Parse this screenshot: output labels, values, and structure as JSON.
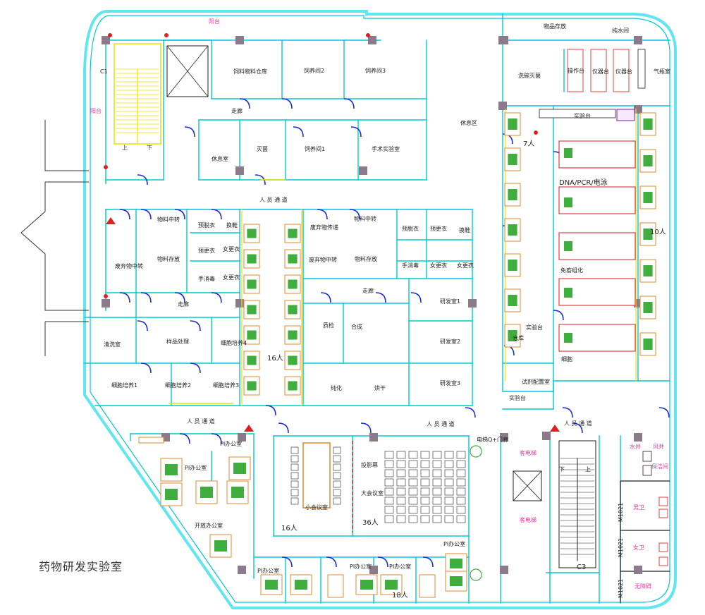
{
  "caption": "药物研发实验室",
  "colors": {
    "outer_wall": "#5fe6f0",
    "inner_wall": "#00c8d8",
    "door": "#1a2fd6",
    "column": "#8a7a8a",
    "desk": "#e08a2a",
    "chair": "#3fae3f",
    "stair": "#f0e000",
    "pink": "#e0409a",
    "red_bench": "#e04040"
  },
  "labels": {
    "balcony_top": "阳台",
    "balcony_left": "阳台",
    "c1": "C1",
    "stair_up": "上",
    "stair_down": "下",
    "animal_store": "饲料物料仓库",
    "animal_room2": "饲养间2",
    "animal_room3": "饲养间3",
    "corridor_top": "走廊",
    "rest_room_top": "休息室",
    "sterile_room": "灭菌",
    "animal_room1": "饲养间1",
    "surgery_lab": "手术实验室",
    "rest_area": "休息区",
    "people_passage_top": "人 员 通 道",
    "waste_transfer_left": "废弃物中转",
    "material_transfer_left": "物料中转",
    "material_store_left": "物料存放",
    "change_left1": "预脱衣",
    "change_left2": "换鞋",
    "change_left3": "预更衣",
    "change_left4": "女更衣",
    "change_left5": "手消毒",
    "change_left6": "女更衣",
    "corridor_left": "走廊",
    "waste_transfer_mid": "废弃物传递",
    "waste_mid2": "废弃物中转",
    "material_transfer_mid": "物料中转",
    "material_store_mid": "物料存放",
    "change_mid1": "预脱衣",
    "change_mid2": "预更衣",
    "change_mid3": "换鞋",
    "change_mid4": "手消毒",
    "change_mid5": "女更衣",
    "change_mid6": "女更衣",
    "corridor_mid": "走廊",
    "lab1": "研发室1",
    "lab2": "研发室2",
    "lab3": "研发室3",
    "analysis": "质检",
    "synthesis": "合成",
    "purify": "纯化",
    "dry": "烘干",
    "wash_room": "清洗室",
    "sample_process": "样品处理",
    "cell_culture4": "细胞培养4",
    "cell_culture1": "细胞培养1",
    "cell_culture2": "细胞培养2",
    "cell_culture3": "细胞培养3",
    "count_16_mid": "16人",
    "store_top_right": "物品存放",
    "water_room": "纯水间",
    "sterile_right": "洗碗灭菌",
    "bench_right": "操作台",
    "instrument1": "仪器台",
    "instrument2": "仪器台",
    "gas_room": "气瓶室",
    "bench_label": "实验台",
    "count_7": "7人",
    "dna_pcr": "DNA/PCR/电泳",
    "count_10": "10人",
    "immuno": "免疫组化",
    "cells": "细胞",
    "storage_right": "仓库",
    "bench_right2": "实验台",
    "reagent_room": "试剂配置室",
    "bench_right3": "实验台",
    "people_passage_mid": "人 员 通 道",
    "people_passage_left": "人 员 通 道",
    "people_passage_right": "人 员 通 道",
    "pi_office1": "PI办公室",
    "pi_office2": "PI办公室",
    "open_office": "开放办公室",
    "meeting_small": "小会议室",
    "count_16_meet": "16人",
    "meeting_big": "大会议室",
    "projection": "投影幕",
    "count_36": "36人",
    "pi_office3": "PI办公室",
    "pi_office4": "PI办公室",
    "pi_office5": "PI办公室",
    "pi_office6": "PI办公室",
    "count_18": "18人",
    "elevator_hall": "电梯Q+门廊",
    "elev1": "客电梯",
    "elev2": "客电梯",
    "up_right": "上",
    "down_right": "下",
    "c3": "C3",
    "water_right": "水井",
    "wind_right": "风井",
    "toilet_m": "男卫",
    "toilet_f": "女卫",
    "cleaning": "保洁间",
    "accessible": "无障碍",
    "m1021_a": "M1021",
    "m1021_b": "M1021",
    "m1021_c": "M1021"
  }
}
